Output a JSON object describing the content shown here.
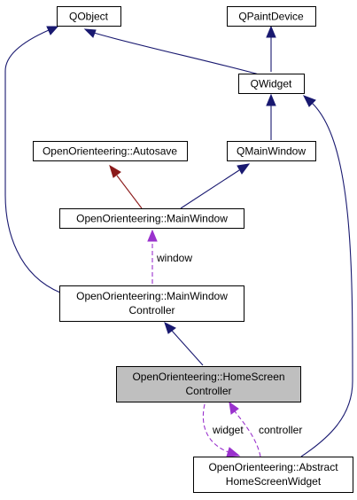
{
  "nodes": {
    "qobject": "QObject",
    "qpaintdevice": "QPaintDevice",
    "qwidget": "QWidget",
    "autosave": "OpenOrienteering::Autosave",
    "qmainwindow": "QMainWindow",
    "mainwindow": "OpenOrienteering::MainWindow",
    "mainwindow_controller_line1": "OpenOrienteering::MainWindow",
    "mainwindow_controller_line2": "Controller",
    "homescreen_controller_line1": "OpenOrienteering::HomeScreen",
    "homescreen_controller_line2": "Controller",
    "abstract_widget_line1": "OpenOrienteering::Abstract",
    "abstract_widget_line2": "HomeScreenWidget"
  },
  "edge_labels": {
    "window": "window",
    "widget": "widget",
    "controller": "controller"
  },
  "colors": {
    "inheritance": "#191970",
    "private_inheritance": "#8b1a1a",
    "usage": "#9a32cd",
    "highlight_fill": "#bfbfbf"
  }
}
